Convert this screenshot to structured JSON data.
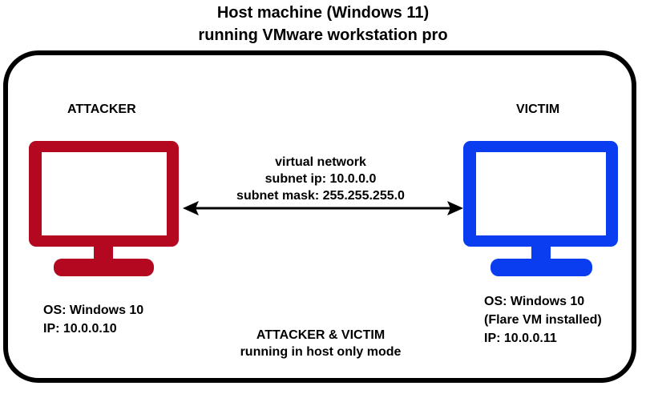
{
  "title": {
    "line1": "Host machine (Windows 11)",
    "line2": "running VMware workstation pro"
  },
  "attacker": {
    "heading": "ATTACKER",
    "os": "OS: Windows 10",
    "ip": "IP: 10.0.0.10",
    "monitor_color": "#b3081f",
    "monitor_icon": "monitor-icon"
  },
  "victim": {
    "heading": "VICTIM",
    "os": "OS: Windows 10",
    "note": "(Flare VM installed)",
    "ip": "IP: 10.0.0.11",
    "monitor_color": "#0a3cf0",
    "monitor_icon": "monitor-icon"
  },
  "network": {
    "line1": "virtual network",
    "line2": "subnet ip: 10.0.0.0",
    "line3": "subnet mask: 255.255.255.0"
  },
  "mode": {
    "line1": "ATTACKER & VICTIM",
    "line2": "running in host only mode"
  }
}
